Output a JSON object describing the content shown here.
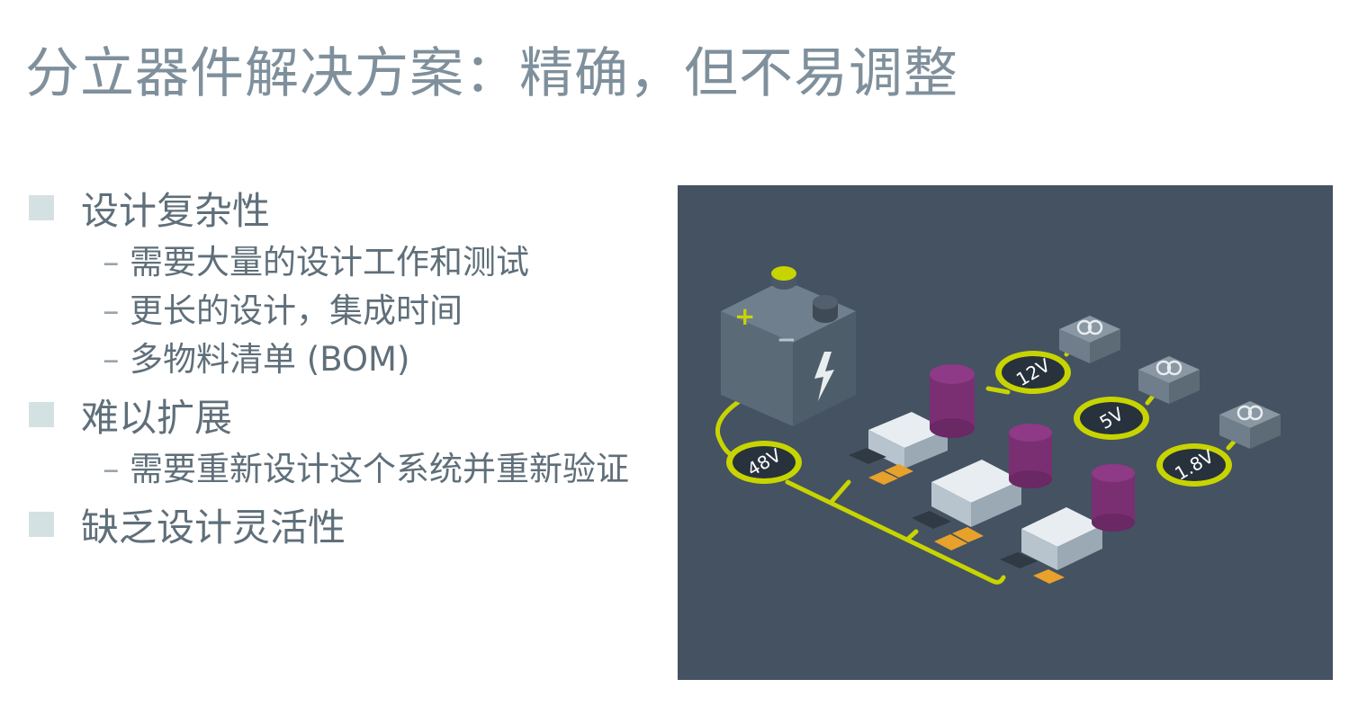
{
  "slide": {
    "title": "分立器件解决方案：精确，但不易调整"
  },
  "bullets": [
    {
      "text": "设计复杂性",
      "sub": [
        "需要大量的设计工作和测试",
        "更长的设计，集成时间",
        "多物料清单 (BOM)"
      ]
    },
    {
      "text": "难以扩展",
      "sub": [
        "需要重新设计这个系统并重新验证"
      ]
    },
    {
      "text": "缺乏设计灵活性",
      "sub": []
    }
  ],
  "sub_dash": "–",
  "illustration": {
    "battery_plus": "+",
    "battery_minus": "−",
    "voltages": {
      "input": "48V",
      "out1": "12V",
      "out2": "5V",
      "out3": "1.8V"
    }
  },
  "colors": {
    "title": "#7f909c",
    "bullet_square": "#d4e1e2",
    "illustration_bg": "#445262",
    "wire": "#c8d400",
    "capacitor": "#7a2f73",
    "chip_pads": "#e8a12a"
  }
}
